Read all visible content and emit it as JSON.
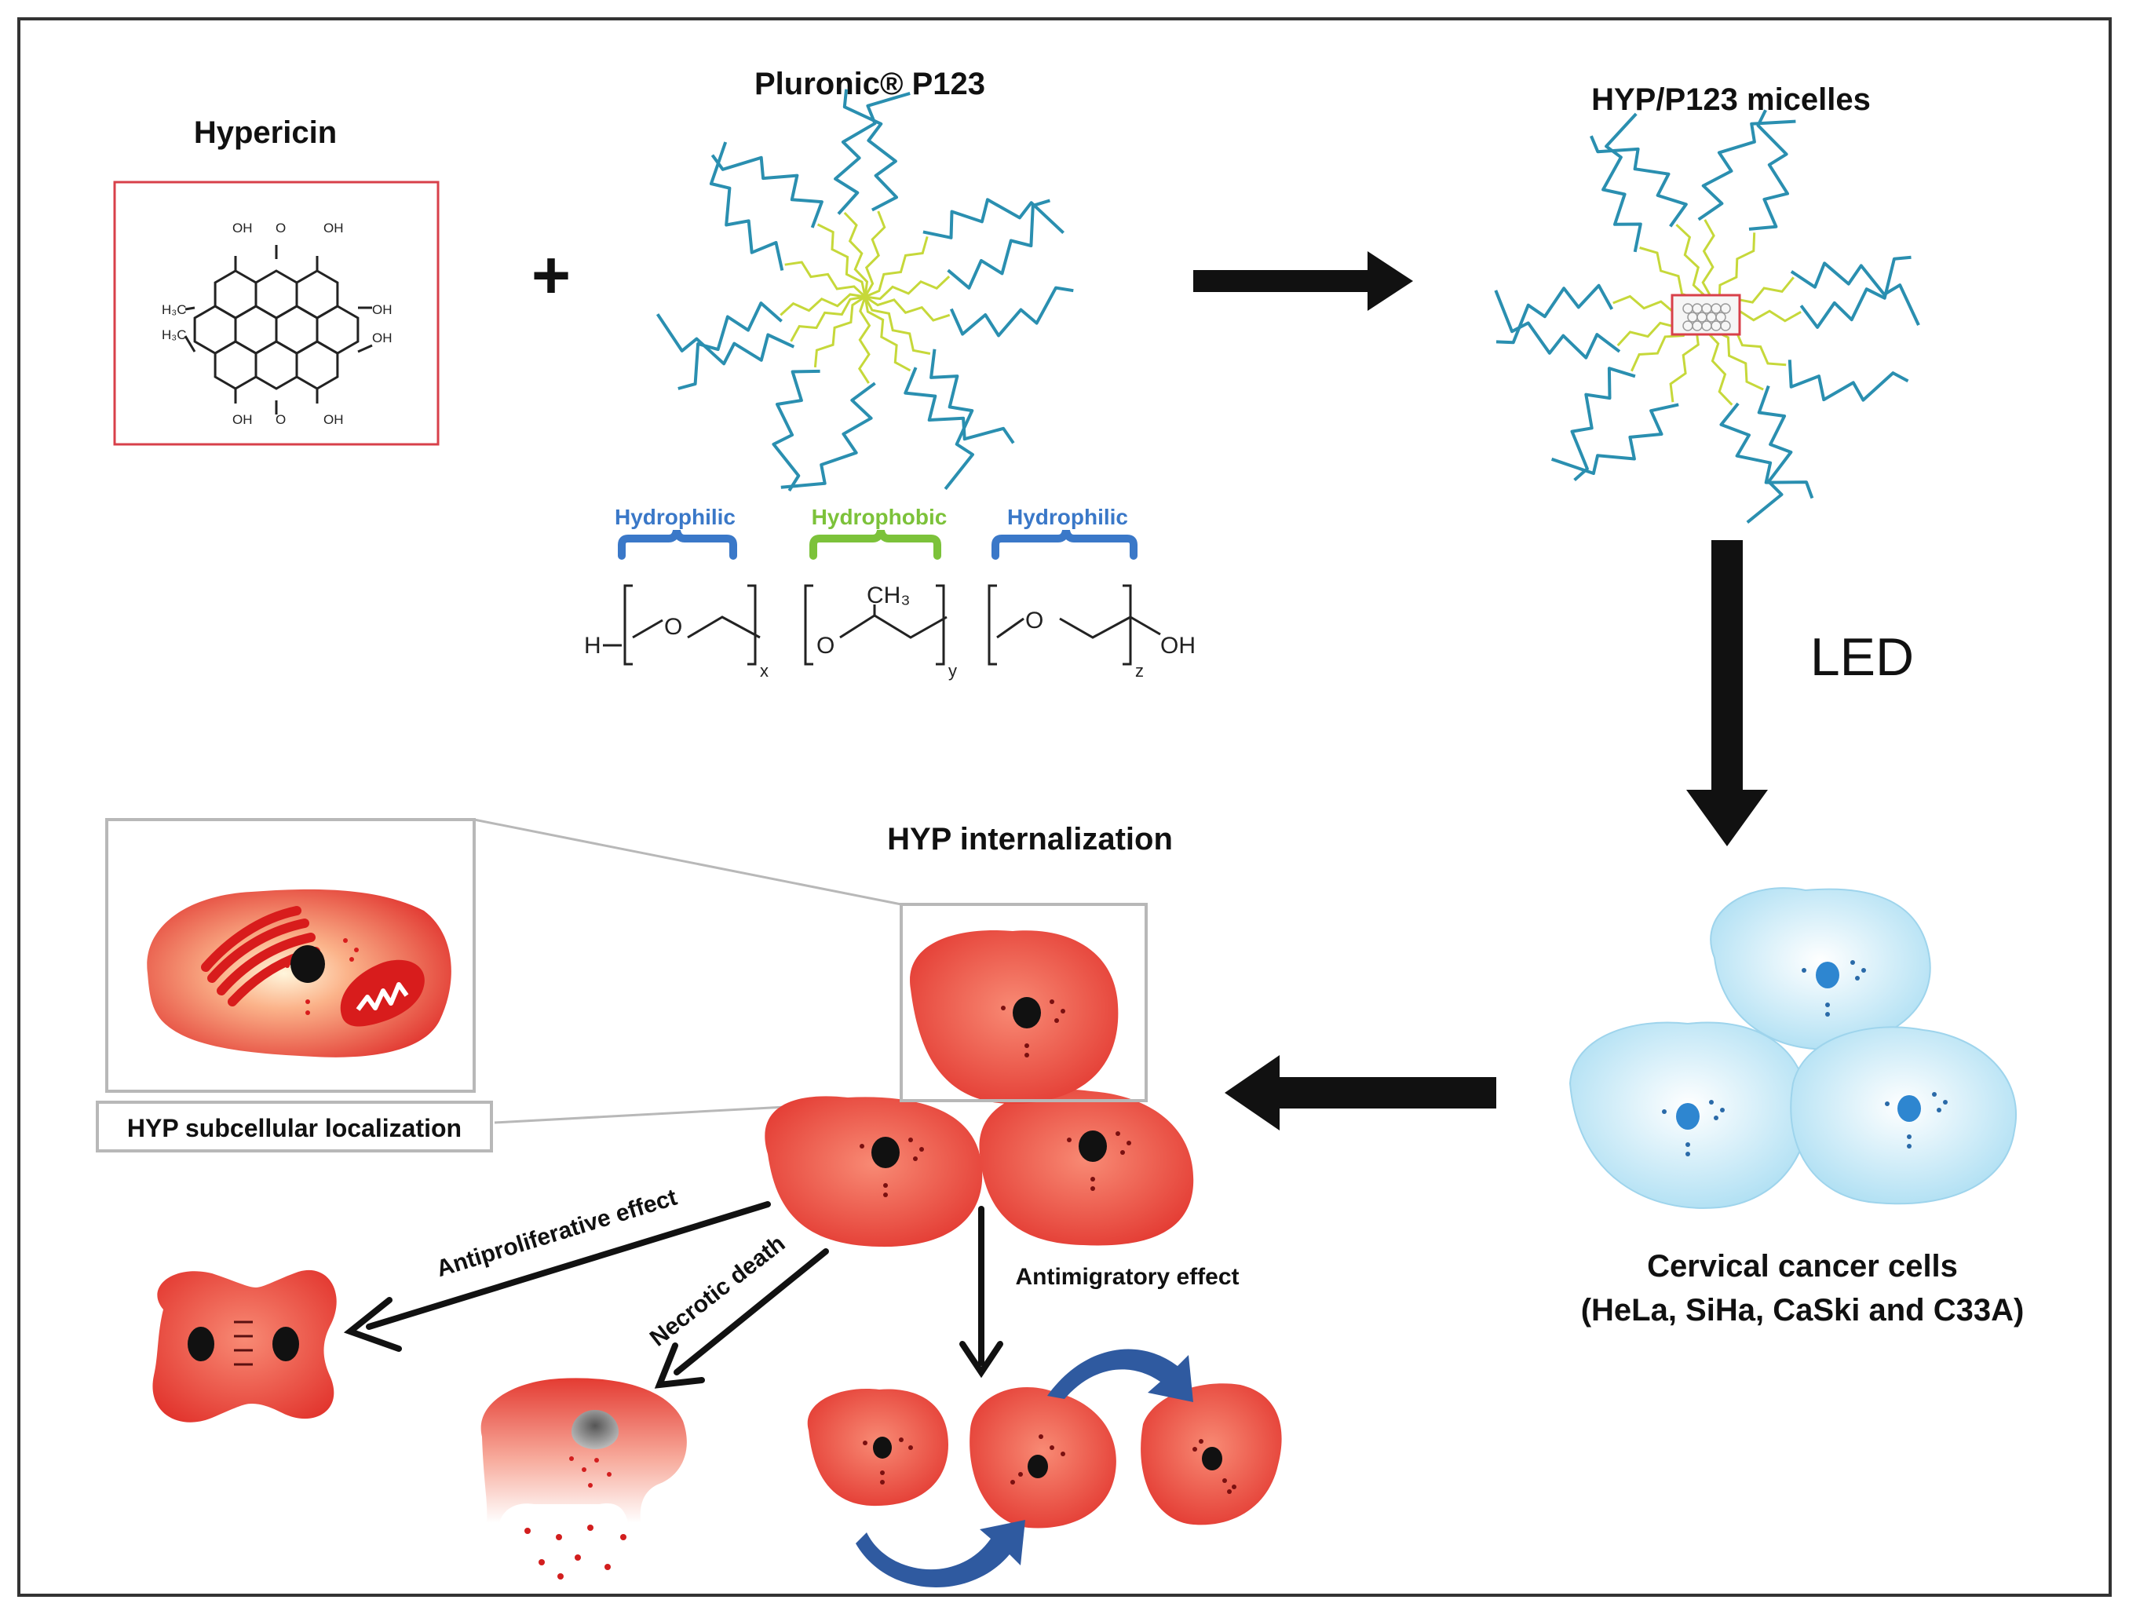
{
  "labels": {
    "hypericin": "Hypericin",
    "pluronic": "Pluronic® P123",
    "micelles": "HYP/P123 micelles",
    "hydrophilic_left": "Hydrophilic",
    "hydrophobic": "Hydrophobic",
    "hydrophilic_right": "Hydrophilic",
    "led": "LED",
    "internalization": "HYP internalization",
    "subcellular": "HYP subcellular localization",
    "cervical_line1": "Cervical cancer cells",
    "cervical_line2": "(HeLa, SiHa, CaSki and C33A)",
    "antiproliferative": "Antiproliferative effect",
    "necrotic": "Necrotic death",
    "antimigratory": "Antimigratory effect",
    "plus": "+"
  },
  "chem": {
    "oh": "OH",
    "o": "O",
    "h3c": "H₃C",
    "h": "H",
    "ch3": "CH₃",
    "x": "x",
    "y": "y",
    "z": "z"
  },
  "colors": {
    "hydrophilic": "#3a78c8",
    "hydrophobic": "#7cc23a",
    "teal_chain": "#2a8fb0",
    "yellow_chain": "#c6d83a",
    "red_cell": "#e8443a",
    "blue_cell": "#bfe6f5",
    "blue_nucleus": "#2e86d0",
    "arrow": "#111111",
    "curved_arrow": "#2f5aa0",
    "box_red": "#d8404a",
    "box_gray": "#b8b8b8"
  }
}
